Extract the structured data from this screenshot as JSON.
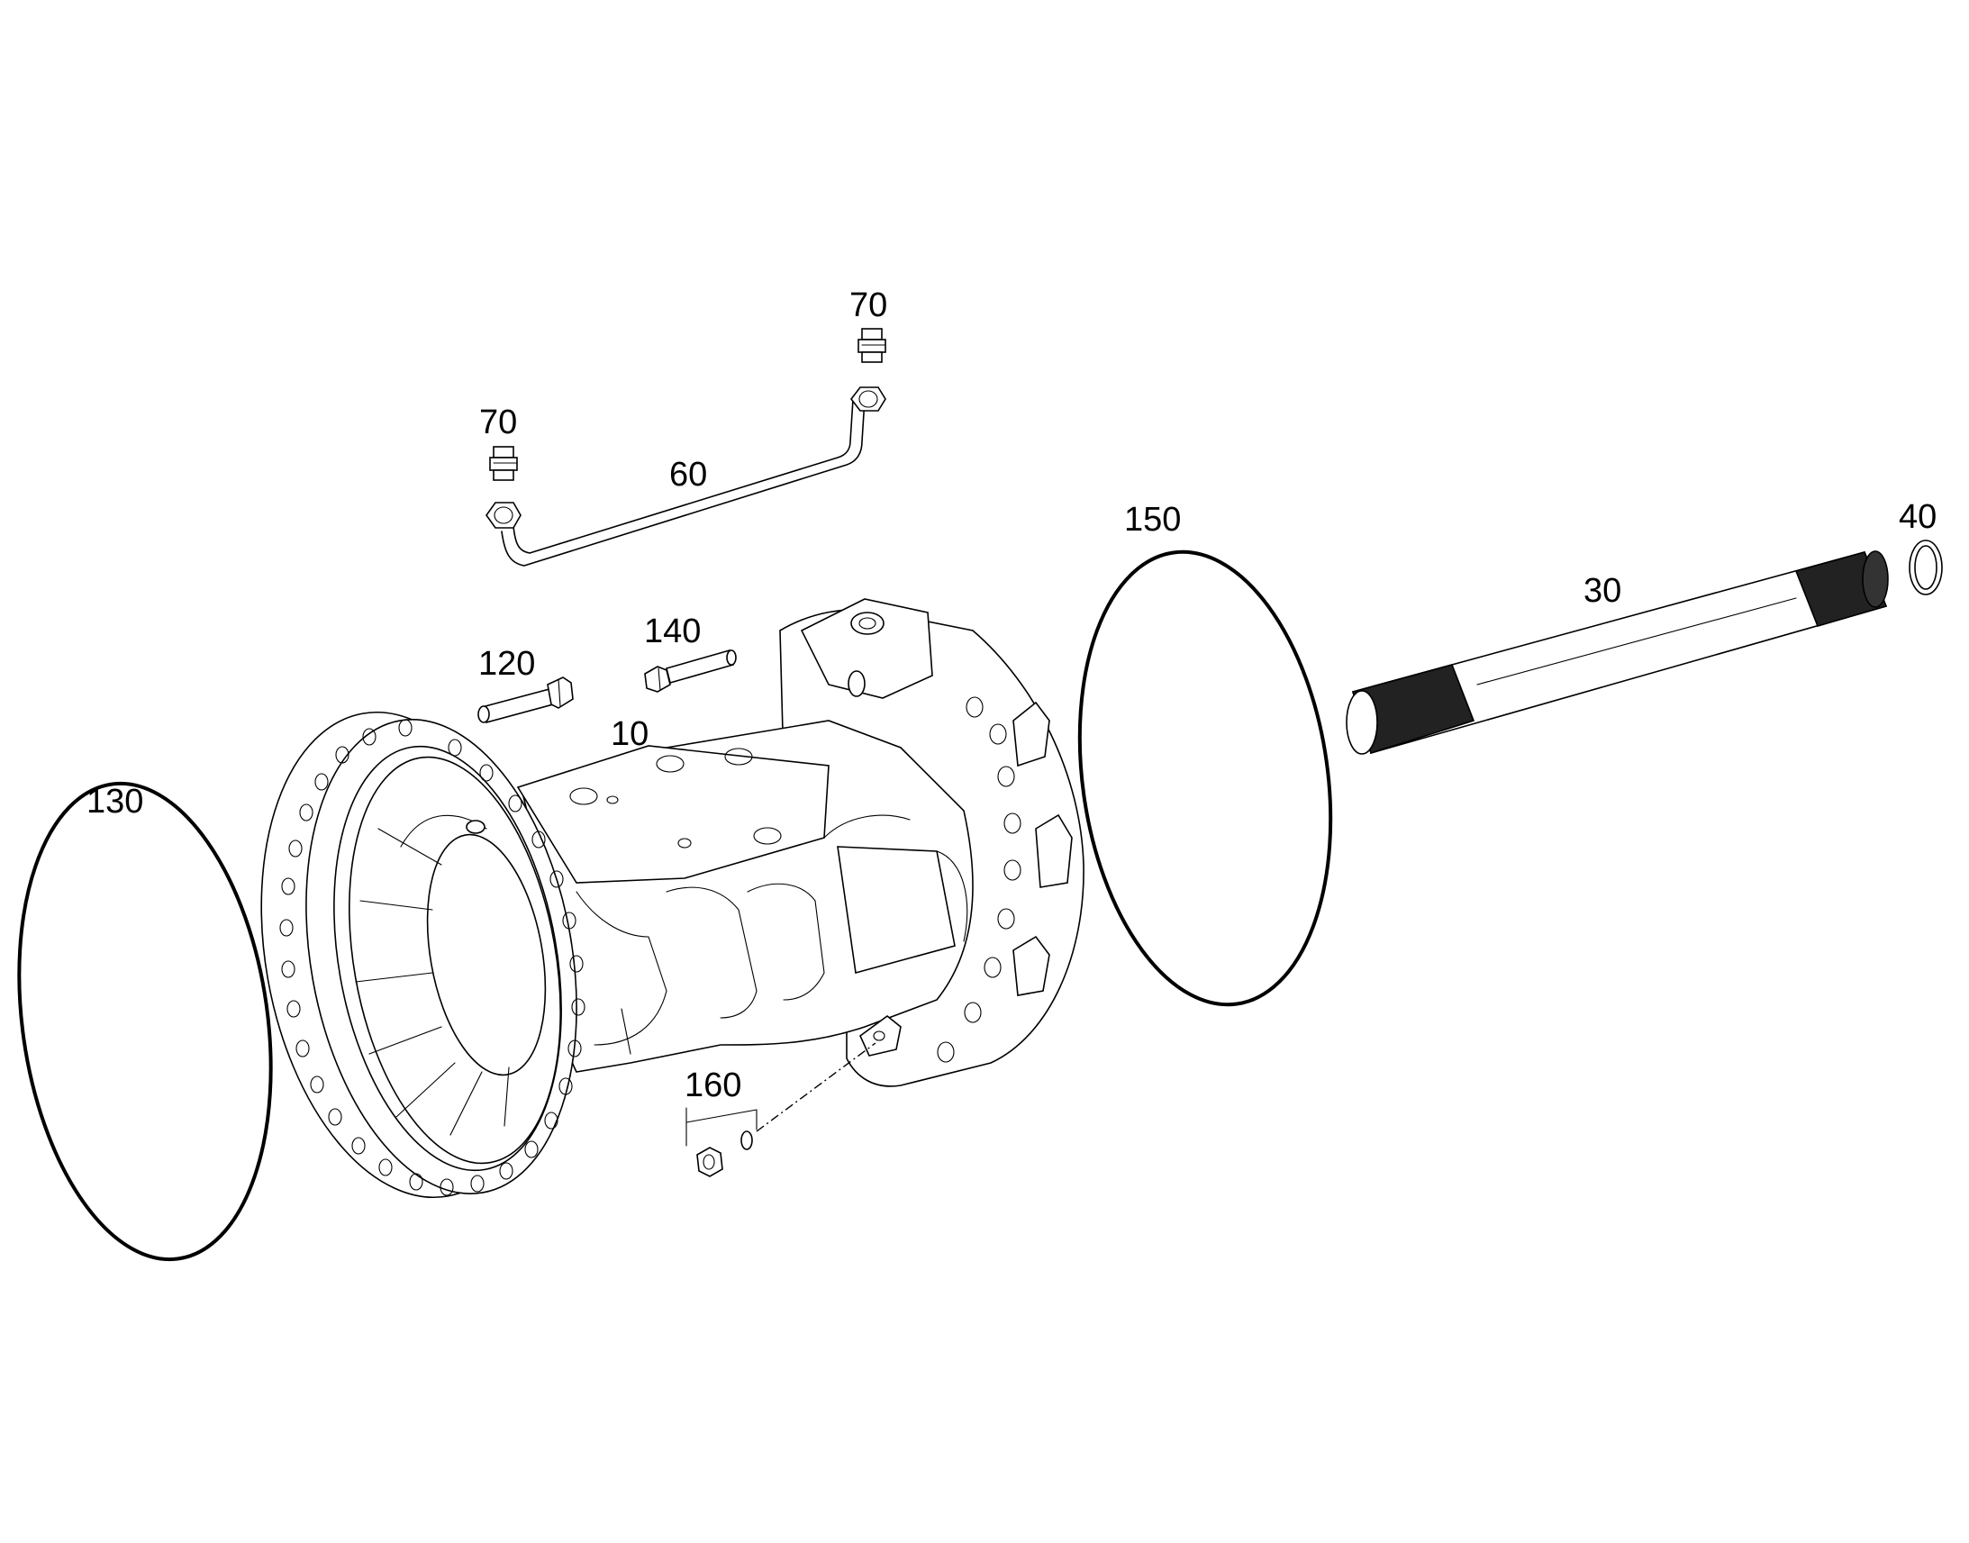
{
  "callouts": {
    "c70a": "70",
    "c70b": "70",
    "c60": "60",
    "c150": "150",
    "c40": "40",
    "c30": "30",
    "c140": "140",
    "c120": "120",
    "c10": "10",
    "c130": "130",
    "c160": "160"
  }
}
